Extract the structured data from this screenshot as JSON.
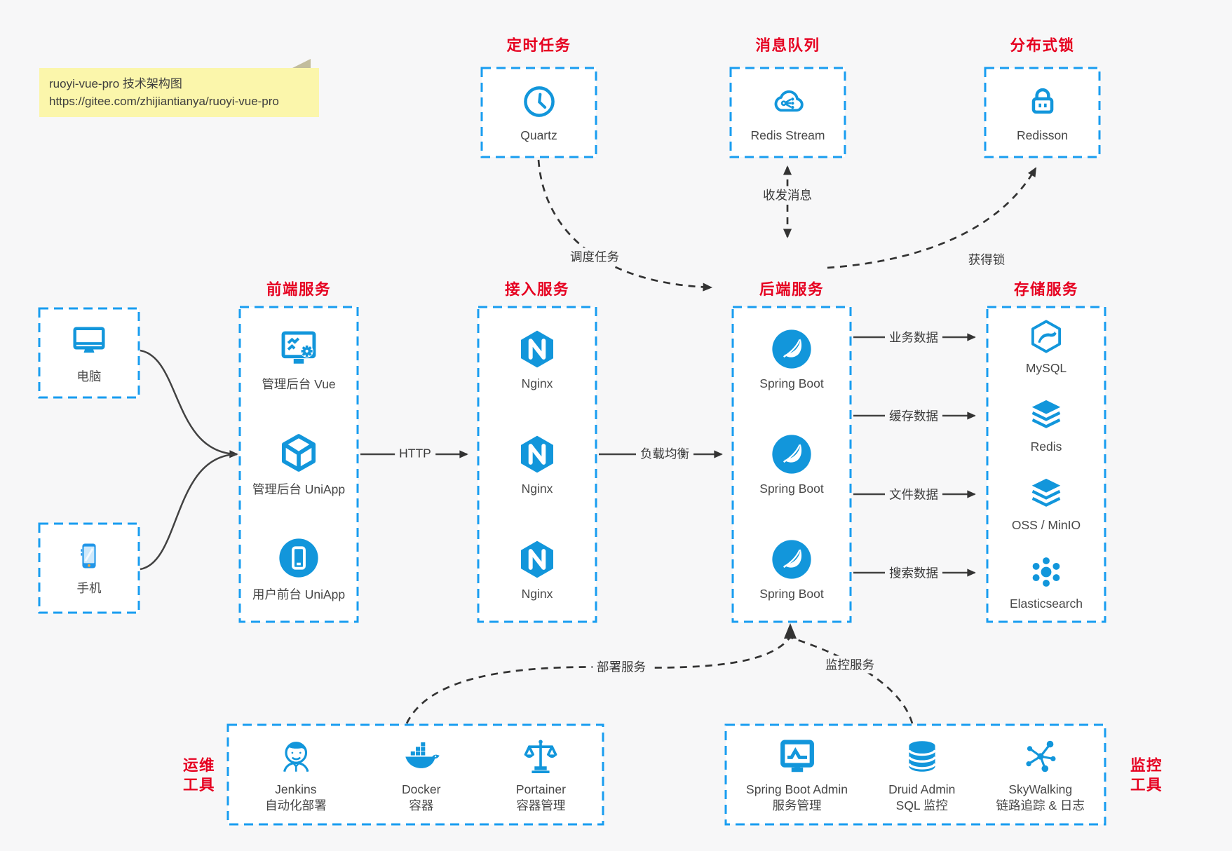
{
  "note": {
    "title": "ruoyi-vue-pro 技术架构图",
    "url": "https://gitee.com/zhijiantianya/ruoyi-vue-pro"
  },
  "top_groups": [
    {
      "title": "定时任务",
      "item": {
        "icon": "clock-icon",
        "label": "Quartz"
      }
    },
    {
      "title": "消息队列",
      "item": {
        "icon": "cloud-mq-icon",
        "label": "Redis Stream"
      }
    },
    {
      "title": "分布式锁",
      "item": {
        "icon": "lock-icon",
        "label": "Redisson"
      }
    }
  ],
  "clients": [
    {
      "icon": "desktop-icon",
      "label": "电脑"
    },
    {
      "icon": "smartphone-icon",
      "label": "手机"
    }
  ],
  "columns": [
    {
      "title": "前端服务",
      "items": [
        {
          "icon": "admin-vue-icon",
          "label": "管理后台 Vue"
        },
        {
          "icon": "cube-icon",
          "label": "管理后台 UniApp"
        },
        {
          "icon": "mobile-app-icon",
          "label": "用户前台 UniApp"
        }
      ]
    },
    {
      "title": "接入服务",
      "items": [
        {
          "icon": "nginx-icon",
          "label": "Nginx"
        },
        {
          "icon": "nginx-icon",
          "label": "Nginx"
        },
        {
          "icon": "nginx-icon",
          "label": "Nginx"
        }
      ]
    },
    {
      "title": "后端服务",
      "items": [
        {
          "icon": "spring-icon",
          "label": "Spring Boot"
        },
        {
          "icon": "spring-icon",
          "label": "Spring Boot"
        },
        {
          "icon": "spring-icon",
          "label": "Spring Boot"
        }
      ]
    },
    {
      "title": "存储服务",
      "items": [
        {
          "icon": "mysql-icon",
          "label": "MySQL"
        },
        {
          "icon": "redis-icon",
          "label": "Redis"
        },
        {
          "icon": "oss-minio-icon",
          "label": "OSS / MinIO"
        },
        {
          "icon": "elasticsearch-icon",
          "label": "Elasticsearch"
        }
      ]
    }
  ],
  "bottom_groups": [
    {
      "side_label": [
        "运维",
        "工具"
      ],
      "items": [
        {
          "icon": "jenkins-icon",
          "name": "Jenkins",
          "desc": "自动化部署"
        },
        {
          "icon": "docker-icon",
          "name": "Docker",
          "desc": "容器"
        },
        {
          "icon": "portainer-icon",
          "name": "Portainer",
          "desc": "容器管理"
        }
      ]
    },
    {
      "side_label": [
        "监控",
        "工具"
      ],
      "items": [
        {
          "icon": "spring-boot-admin-icon",
          "name": "Spring Boot Admin",
          "desc": "服务管理"
        },
        {
          "icon": "druid-icon",
          "name": "Druid Admin",
          "desc": "SQL 监控"
        },
        {
          "icon": "skywalking-icon",
          "name": "SkyWalking",
          "desc": "链路追踪 & 日志"
        }
      ]
    }
  ],
  "edges": {
    "http": "HTTP",
    "load_balance": "负载均衡",
    "schedule": "调度任务",
    "message": "收发消息",
    "lock": "获得锁",
    "business": "业务数据",
    "cache": "缓存数据",
    "file": "文件数据",
    "search": "搜索数据",
    "deploy": "部署服务",
    "monitor": "监控服务"
  },
  "colors": {
    "accent_blue": "#1296db",
    "border_blue": "#189df0",
    "title_red": "#e60020",
    "arrow_dark": "#3a3a3a",
    "note_yellow": "#fbf6ab",
    "background": "#f7f7f8"
  }
}
